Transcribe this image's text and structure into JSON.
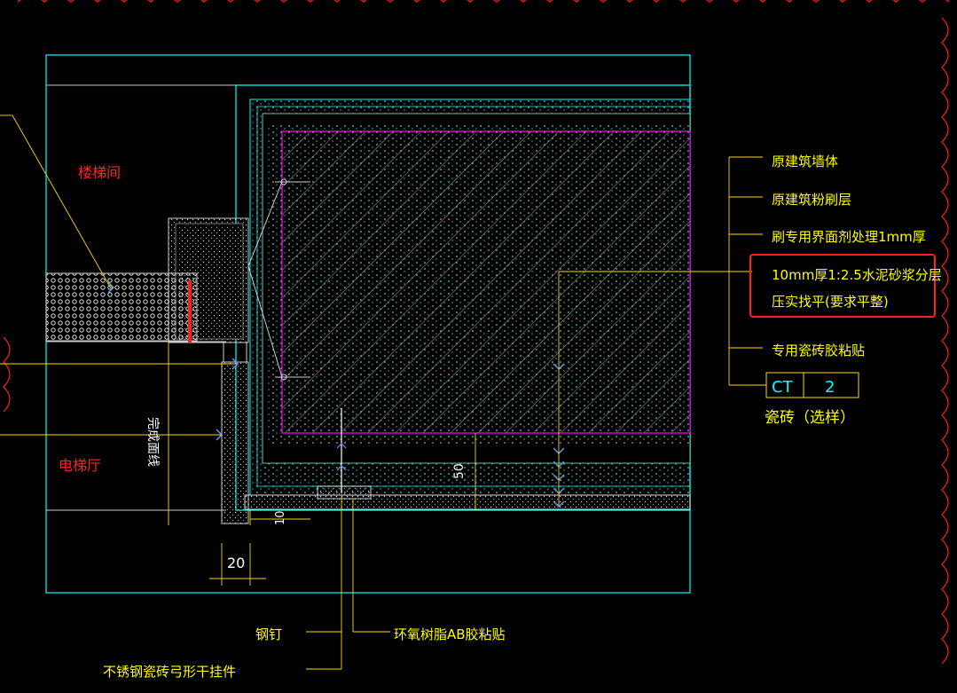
{
  "labels": {
    "stairwell": "楼梯间",
    "elevator_hall": "电梯厅",
    "finish_line": "完成面线",
    "steel_nail": "钢钉",
    "epoxy_glue": "环氧树脂AB胶粘贴",
    "ss_hanger": "不锈钢瓷砖弓形干挂件"
  },
  "legend": {
    "items": [
      "原建筑墙体",
      "原建筑粉刷层",
      "刷专用界面剂处理1mm厚"
    ],
    "highlight_line1": "10mm厚1:2.5水泥砂浆分层",
    "highlight_line2": "压实找平(要求平整)",
    "tile_glue": "专用瓷砖胶粘贴",
    "tag_code": "CT",
    "tag_num": "2",
    "tile_name": "瓷砖（选样）"
  },
  "dimensions": {
    "dim_50": "50",
    "dim_10": "10",
    "dim_20": "20"
  },
  "colors": {
    "cyan": "#00ffff",
    "yellow": "#ffff00",
    "red": "#ff2222",
    "magenta": "#ff00ff",
    "highlight": "#ff2020"
  }
}
